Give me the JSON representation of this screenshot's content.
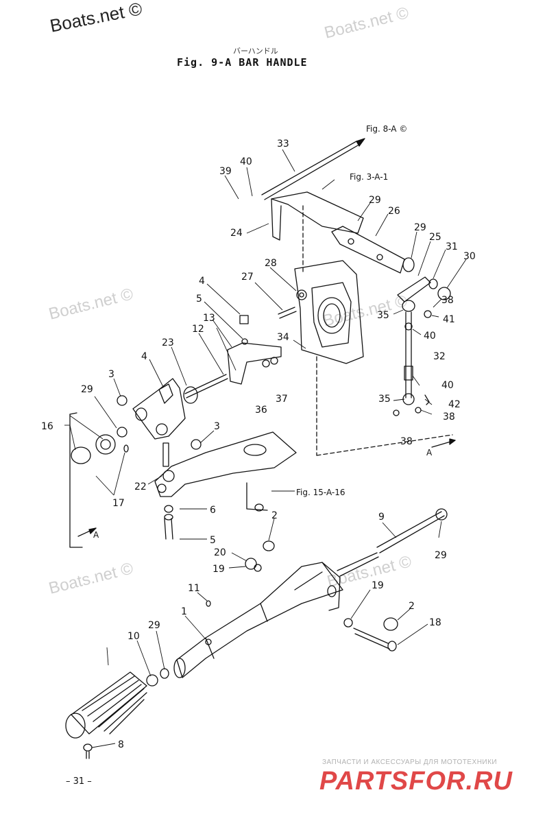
{
  "watermark": {
    "text": "Boats.net ©"
  },
  "figure": {
    "title_jp": "バーハンドル",
    "title": "Fig. 9-A   BAR HANDLE",
    "page_number": "– 31 –"
  },
  "references": [
    "Fig. 8-A ©",
    "Fig. 3-A-1",
    "Fig. 15-A-16",
    "A",
    "A"
  ],
  "part_callouts": [
    "33",
    "40",
    "39",
    "24",
    "29",
    "26",
    "29",
    "25",
    "31",
    "30",
    "28",
    "27",
    "4",
    "5",
    "13",
    "12",
    "38",
    "35",
    "41",
    "40",
    "34",
    "32",
    "23",
    "4",
    "3",
    "29",
    "16",
    "40",
    "35",
    "42",
    "38",
    "36",
    "37",
    "3",
    "38",
    "22",
    "17",
    "6",
    "5",
    "2",
    "9",
    "20",
    "19",
    "29",
    "11",
    "19",
    "1",
    "2",
    "18",
    "10",
    "29",
    "8"
  ],
  "branding": {
    "subtitle": "ЗАПЧАСТИ И АКСЕССУАРЫ ДЛЯ МОТОТЕХНИКИ",
    "name": "PARTSFOR.RU"
  }
}
